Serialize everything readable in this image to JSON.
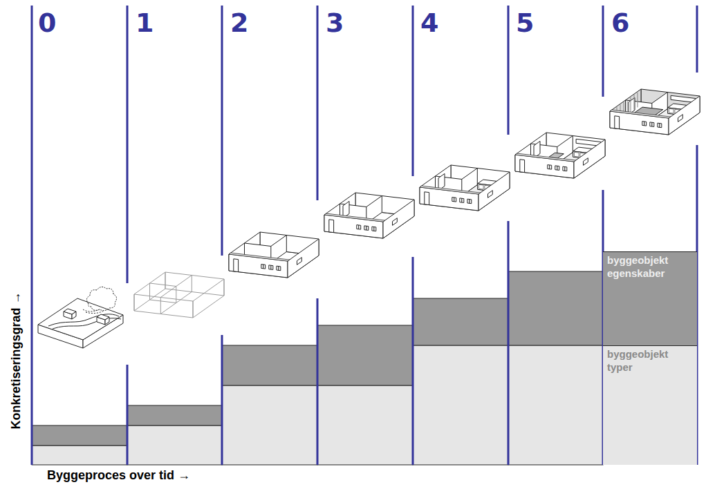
{
  "diagram": {
    "nodes": [
      {
        "text": [
          "byggeobjekt egenskaber"
        ]
      },
      {
        "text": [
          "byggeobjekt typer"
        ]
      }
    ],
    "labels": [
      "0",
      "1",
      "2",
      "3",
      "4",
      "5",
      "6",
      "Konkretiseringsgrad →",
      "Byggeproces over tid →"
    ]
  }
}
